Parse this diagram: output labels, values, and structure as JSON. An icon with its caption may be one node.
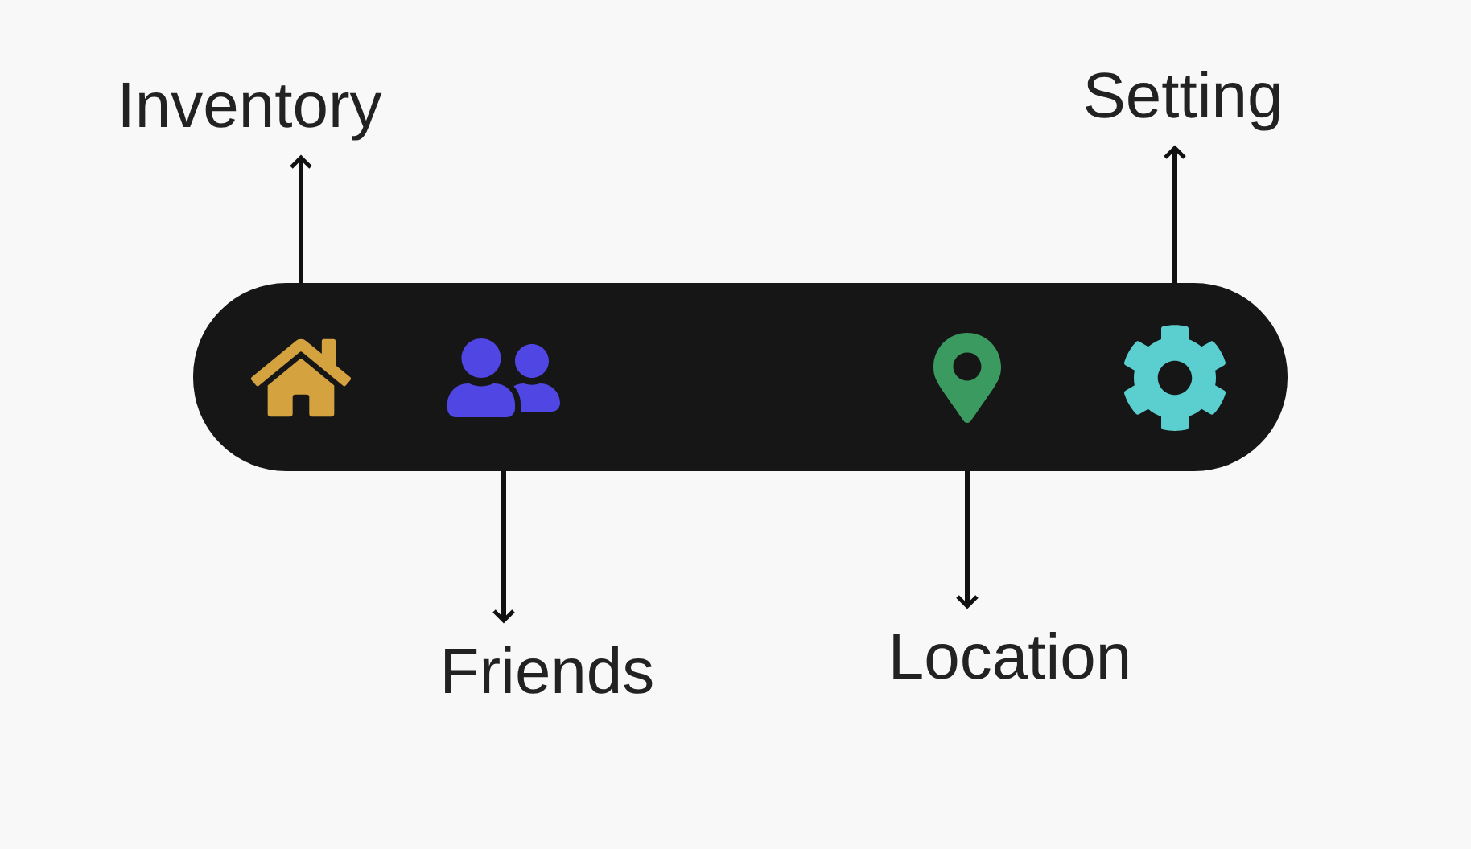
{
  "diagram": {
    "nodes": [
      {
        "text": [
          "Inventory"
        ]
      },
      {
        "text": [
          "Setting"
        ]
      },
      {
        "text": [],
        "shape": "box"
      },
      {
        "text": [],
        "shape": "house",
        "in": 2
      },
      {
        "text": [],
        "shape": "people",
        "in": 2
      },
      {
        "text": [],
        "shape": "pin",
        "in": 2
      },
      {
        "text": [],
        "shape": "gear",
        "in": 2
      },
      {
        "text": [
          "Friends"
        ]
      },
      {
        "text": [
          "Location"
        ]
      }
    ],
    "edges": [
      {
        "from": 3,
        "to": 0,
        "arrow": "to"
      },
      {
        "from": 6,
        "to": 1,
        "arrow": "to"
      },
      {
        "from": 4,
        "to": 7,
        "arrow": "to"
      },
      {
        "from": 5,
        "to": 8,
        "arrow": "to"
      }
    ]
  }
}
